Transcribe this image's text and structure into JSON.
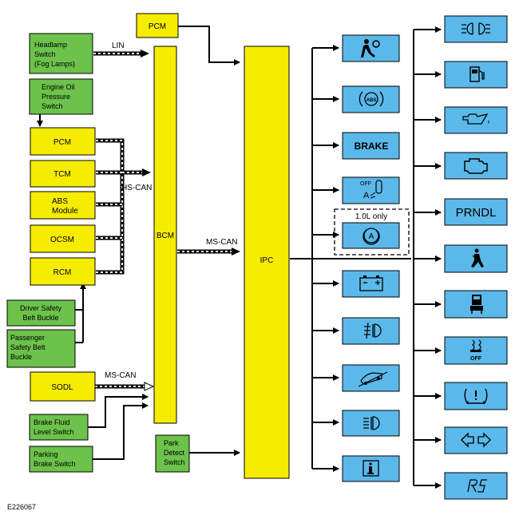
{
  "diagram_id": "E226067",
  "modules": {
    "pcm_top": "PCM",
    "bcm": "BCM",
    "ipc": "IPC",
    "pcm": "PCM",
    "tcm": "TCM",
    "abs": [
      "ABS",
      "Module"
    ],
    "ocsm": "OCSM",
    "rcm": "RCM",
    "sodl": "SODL"
  },
  "switches": {
    "headlamp": [
      "Headlamp",
      "Switch",
      "(Fog Lamps)"
    ],
    "engine_oil": [
      "Engine Oil",
      "Pressure",
      "Switch"
    ],
    "driver_belt": [
      "Driver Safety",
      "Belt Buckle"
    ],
    "passenger_belt": [
      "Passenger",
      "Safety Belt",
      "Buckle"
    ],
    "brake_fluid": [
      "Brake Fluid",
      "Level Switch"
    ],
    "parking_brake": [
      "Parking",
      "Brake Switch"
    ],
    "park_detect": [
      "Park",
      "Detect",
      "Switch"
    ]
  },
  "buses": {
    "lin": "LIN",
    "hs_can": "HS-CAN",
    "ms_can_bcm": "MS-CAN",
    "ms_can_sodl": "MS-CAN"
  },
  "indicators_mid": {
    "brake": "BRAKE",
    "off": "OFF",
    "only_label": "1.0L only"
  },
  "indicators_right": {
    "prndl": "PRNDL",
    "traction_off": "OFF"
  },
  "colors": {
    "module": "#f5ec00",
    "switch": "#6cc24a",
    "indicator": "#5bb8ea"
  }
}
